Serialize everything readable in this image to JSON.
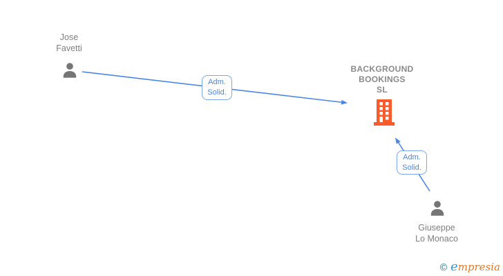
{
  "diagram": {
    "nodes": {
      "person1": {
        "name": "Jose\nFavetti",
        "icon": "person-icon"
      },
      "company": {
        "name": "BACKGROUND\nBOOKINGS\nSL",
        "icon": "building-icon"
      },
      "person2": {
        "name": "Giuseppe\nLo Monaco",
        "icon": "person-icon"
      }
    },
    "edges": {
      "edge1": {
        "label": "Adm.\nSolid.",
        "from": "Jose Favetti",
        "to": "BACKGROUND BOOKINGS SL"
      },
      "edge2": {
        "label": "Adm.\nSolid.",
        "from": "Giuseppe Lo Monaco",
        "to": "BACKGROUND BOOKINGS SL"
      }
    },
    "colors": {
      "edge_line": "#4a86e8",
      "edge_label_text": "#4a86e8",
      "edge_label_border": "#7aa7ec",
      "person_icon": "#757575",
      "company_icon": "#fb5a2b",
      "node_text": "#7f7f7f",
      "company_text": "#8a8a8a"
    }
  },
  "watermark": {
    "copyright": "©",
    "brand_first": "e",
    "brand_rest": "mpresia"
  }
}
